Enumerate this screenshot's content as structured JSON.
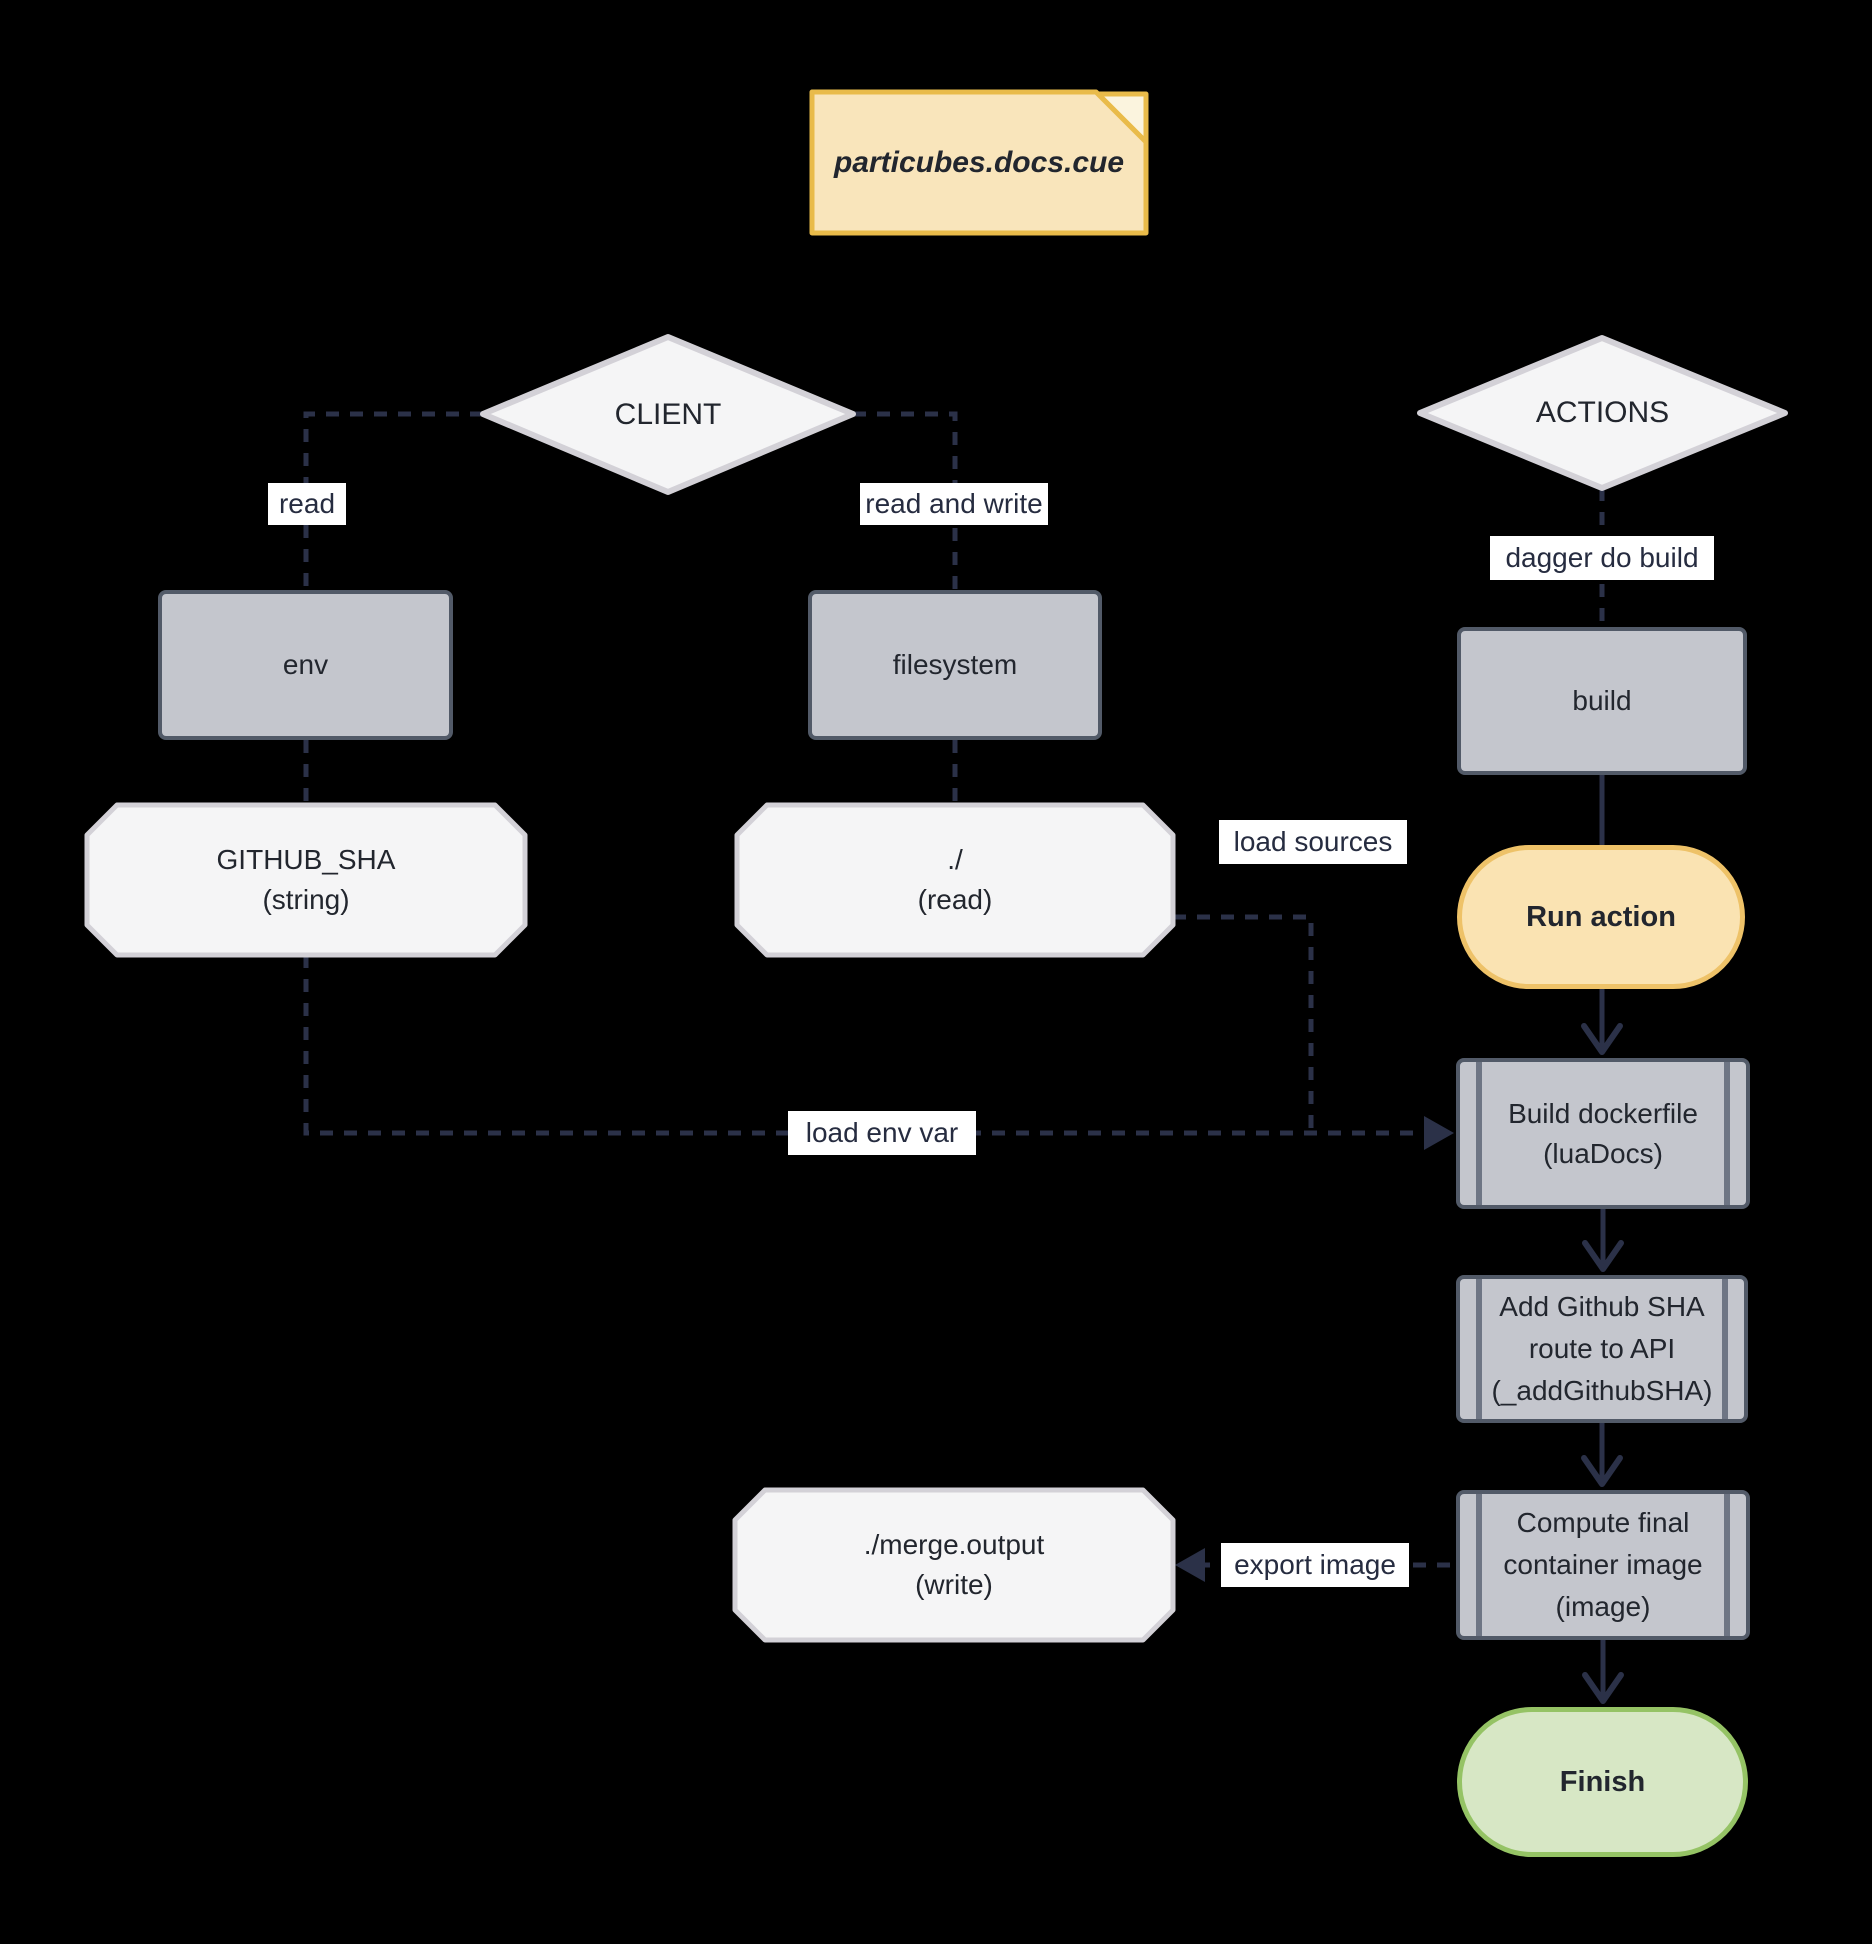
{
  "note": {
    "title": "particubes.docs.cue"
  },
  "client_flow": {
    "diamond": "CLIENT",
    "read_label": "read",
    "read_write_label": "read and write",
    "env": "env",
    "filesystem": "filesystem",
    "github_sha": "GITHUB_SHA\n(string)",
    "workdir": "./\n(read)",
    "merge_output": "./merge.output\n(write)"
  },
  "actions_flow": {
    "diamond": "ACTIONS",
    "dagger_do_build_label": "dagger do build",
    "build": "build",
    "run_action": "Run action",
    "build_dockerfile": "Build dockerfile\n(luaDocs)",
    "add_github_sha": "Add Github SHA\nroute to API\n(_addGithubSHA)",
    "compute_final": "Compute final\ncontainer image\n(image)",
    "finish": "Finish"
  },
  "edge_labels": {
    "load_sources": "load sources",
    "load_env_var": "load env var",
    "export_image": "export image"
  },
  "colors": {
    "background": "#000000",
    "note_fill": "#f9e5bb",
    "note_border": "#e9bb4a",
    "box_fill": "#c4c6cd",
    "box_border": "#525a68",
    "subroutine_bar": "#6e7584",
    "shape_fill": "#f5f5f6",
    "shape_border": "#d3d1d7",
    "pill_yellow_fill": "#fae3b2",
    "pill_yellow_border": "#eec268",
    "pill_green_fill": "#d7e7c5",
    "pill_green_border": "#95c365",
    "edge_line": "#2b3148",
    "label_bg": "#ffffff",
    "text": "#22262e"
  }
}
